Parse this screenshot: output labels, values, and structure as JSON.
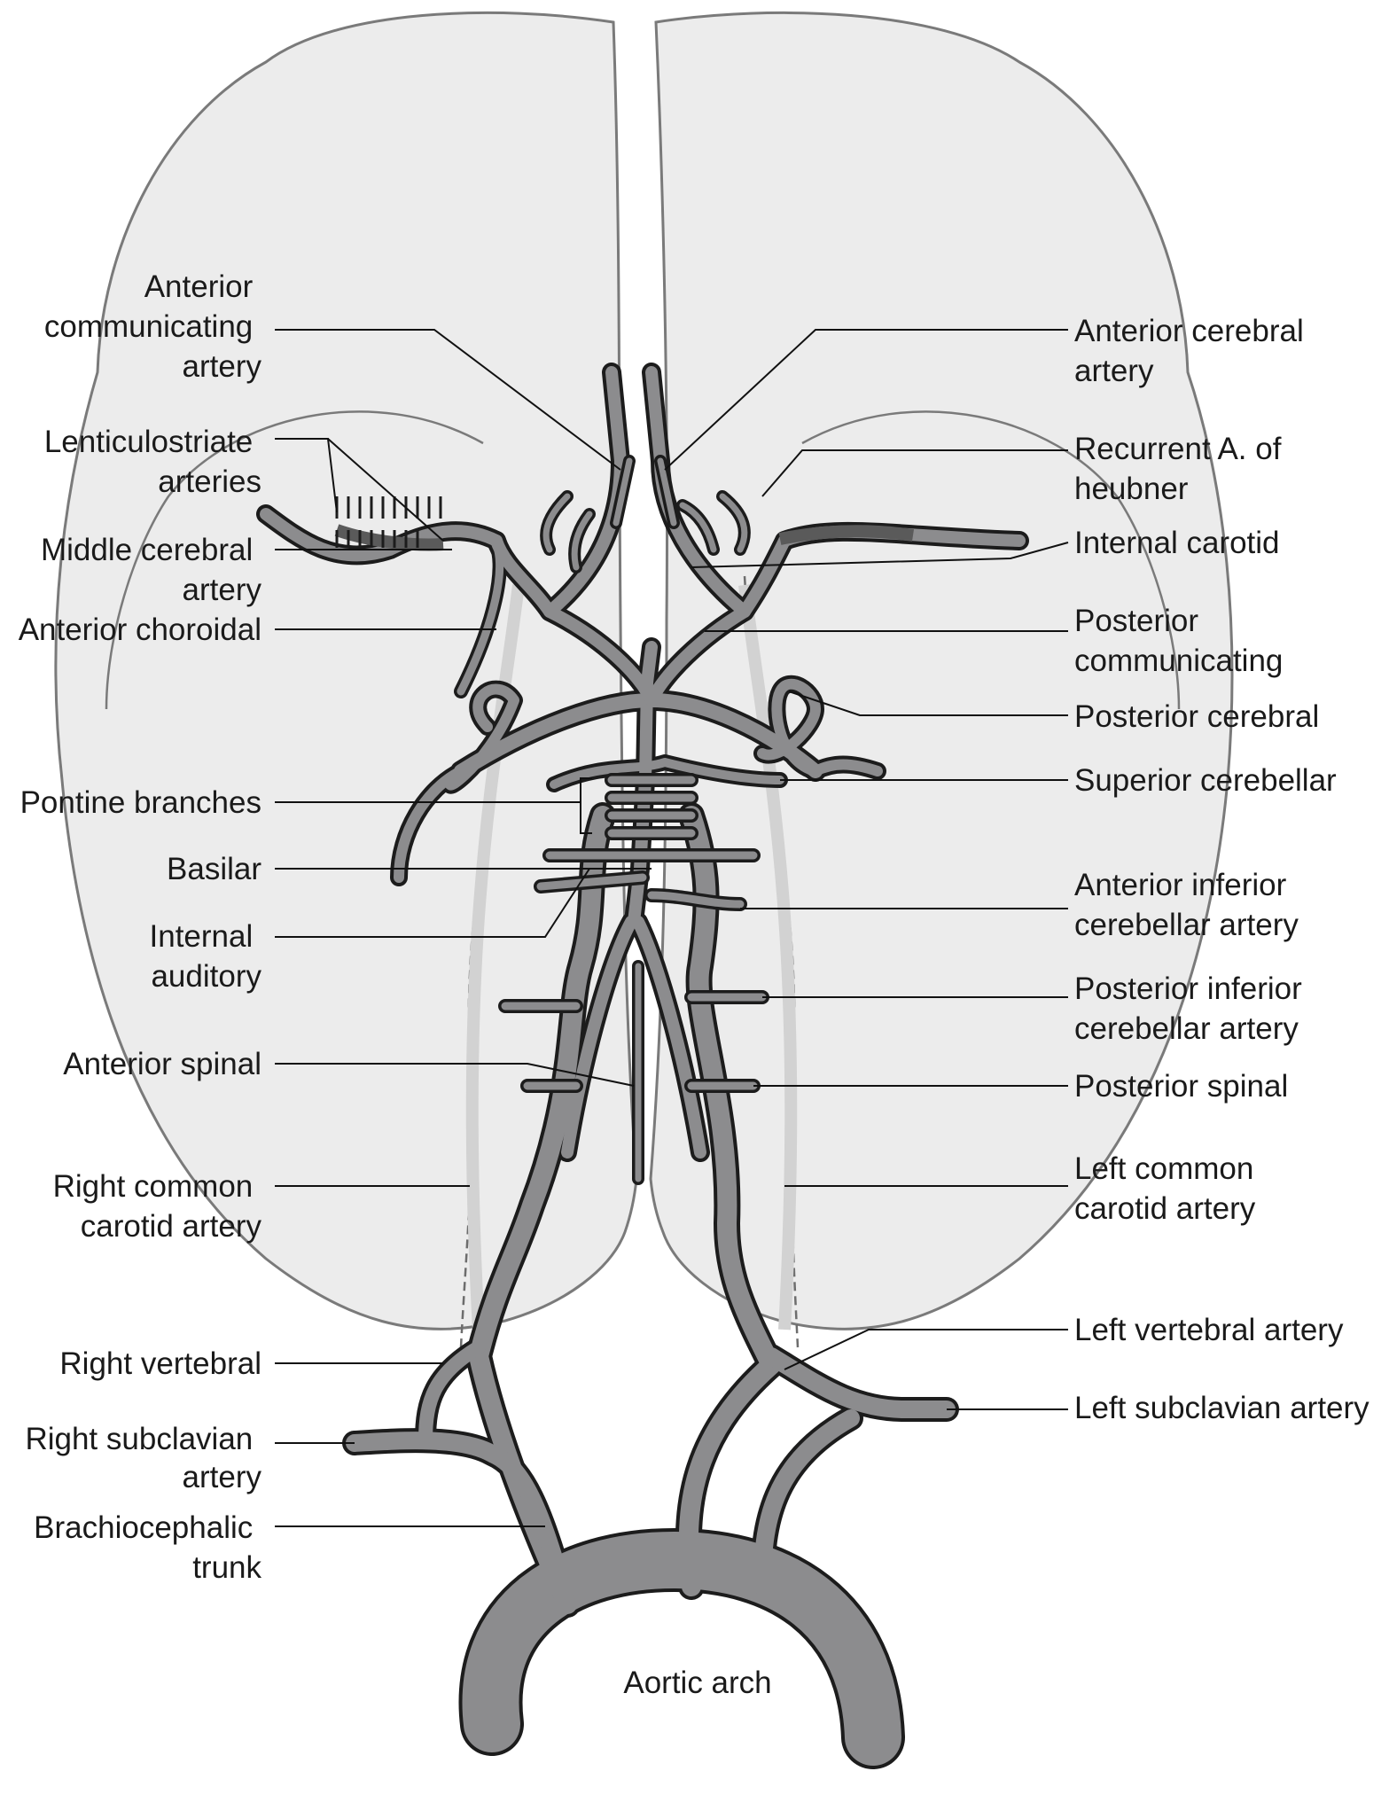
{
  "colors": {
    "brain_fill": "#ececec",
    "brain_outline": "#7a7a7a",
    "artery_fill": "#8c8c8e",
    "artery_outline": "#1c1c1c",
    "highlight_segment": "#5a5a5a",
    "label_text": "#1a1a1a"
  },
  "labels": {
    "anterior_communicating": [
      "Anterior",
      "communicating",
      "artery"
    ],
    "lenticulostriate": [
      "Lenticulostriate",
      "arteries"
    ],
    "middle_cerebral": [
      "Middle cerebral",
      "artery"
    ],
    "anterior_choroidal": [
      "Anterior choroidal"
    ],
    "pontine_branches": [
      "Pontine branches"
    ],
    "basilar": [
      "Basilar"
    ],
    "internal_auditory": [
      "Internal",
      "auditory"
    ],
    "anterior_spinal": [
      "Anterior spinal"
    ],
    "right_common_carotid": [
      "Right common",
      "carotid artery"
    ],
    "right_vertebral": [
      "Right vertebral"
    ],
    "right_subclavian": [
      "Right subclavian",
      "artery"
    ],
    "brachiocephalic": [
      "Brachiocephalic",
      "trunk"
    ],
    "anterior_cerebral": [
      "Anterior cerebral",
      "artery"
    ],
    "recurrent_heubner": [
      "Recurrent A. of",
      "heubner"
    ],
    "internal_carotid": [
      "Internal carotid"
    ],
    "posterior_communicating": [
      "Posterior",
      "communicating"
    ],
    "posterior_cerebral": [
      "Posterior cerebral"
    ],
    "superior_cerebellar": [
      "Superior cerebellar"
    ],
    "aica": [
      "Anterior inferior",
      "cerebellar artery"
    ],
    "pica": [
      "Posterior inferior",
      "cerebellar artery"
    ],
    "posterior_spinal": [
      "Posterior spinal"
    ],
    "left_common_carotid": [
      "Left common",
      "carotid artery"
    ],
    "left_vertebral": [
      "Left vertebral artery"
    ],
    "left_subclavian": [
      "Left subclavian artery"
    ],
    "aortic_arch": [
      "Aortic arch"
    ]
  }
}
